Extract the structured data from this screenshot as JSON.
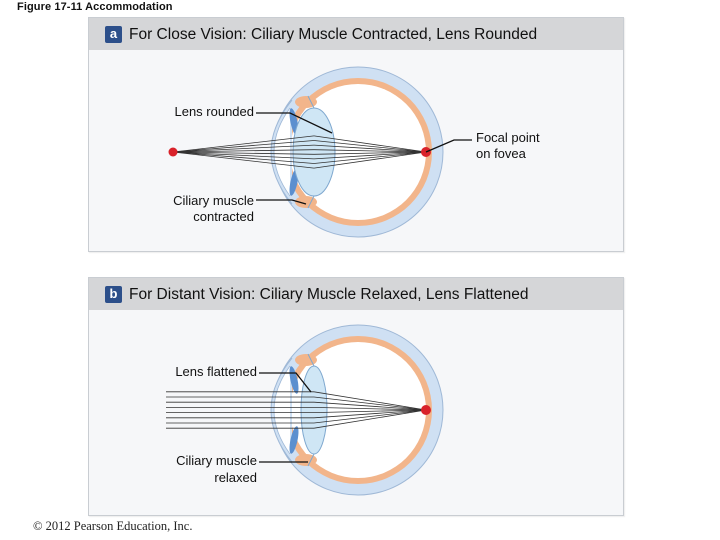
{
  "figure": {
    "title": "Figure 17-11 Accommodation",
    "copyright": "© 2012 Pearson Education, Inc."
  },
  "panels": [
    {
      "letter": "a",
      "heading": "For Close Vision: Ciliary Muscle Contracted, Lens Rounded",
      "labels": {
        "lens": "Lens rounded",
        "focal_line1": "Focal  point",
        "focal_line2": "on fovea",
        "ciliary_line1": "Ciliary muscle",
        "ciliary_line2": "contracted"
      }
    },
    {
      "letter": "b",
      "heading": "For Distant Vision: Ciliary Muscle Relaxed, Lens Flattened",
      "labels": {
        "lens": "Lens flattened",
        "ciliary_line1": "Ciliary muscle",
        "ciliary_line2": "relaxed"
      }
    }
  ],
  "colors": {
    "sclera": "#cfe0f3",
    "choroid": "#f2b58b",
    "vitreous": "#ffffff",
    "lens": "#cfe6f5",
    "iris": "#5b8fcf",
    "focal_point": "#d9222a",
    "rays": "#333333",
    "header_bg": "#d5d6d8",
    "letter_bg": "#2c4f8a"
  }
}
